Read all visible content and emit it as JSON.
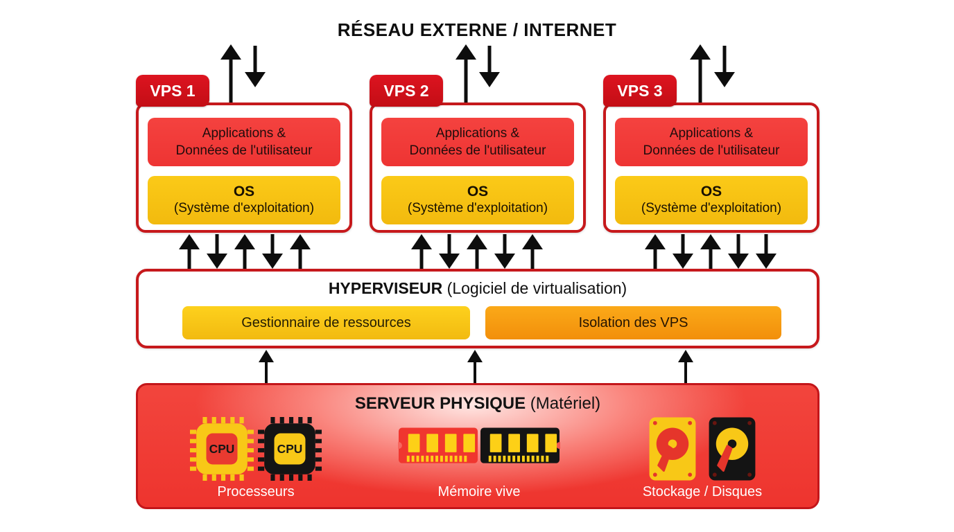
{
  "colors": {
    "tab_red": "#d2101b",
    "border_red": "#c6191c",
    "app_red": "#f23d3c",
    "yellow": "#f7c617",
    "orange": "#f89b15",
    "server_red": "#ee3a32",
    "arrow_black": "#0d0d0d",
    "text_white": "#ffffff"
  },
  "network": {
    "title": "RÉSEAU EXTERNE / INTERNET"
  },
  "vps": [
    {
      "tab": "VPS 1",
      "app_line1": "Applications &",
      "app_line2": "Données de l'utilisateur",
      "os_line1": "OS",
      "os_line2": "(Système d'exploitation)"
    },
    {
      "tab": "VPS 2",
      "app_line1": "Applications &",
      "app_line2": "Données de l'utilisateur",
      "os_line1": "OS",
      "os_line2": "(Système d'exploitation)"
    },
    {
      "tab": "VPS 3",
      "app_line1": "Applications &",
      "app_line2": "Données de l'utilisateur",
      "os_line1": "OS",
      "os_line2": "(Système d'exploitation)"
    }
  ],
  "hypervisor": {
    "title_bold": "HYPERVISEUR",
    "title_rest": " (Logiciel de virtualisation)",
    "resources_label": "Gestionnaire de ressources",
    "isolation_label": "Isolation des VPS"
  },
  "server": {
    "title_bold": "SERVEUR PHYSIQUE",
    "title_rest": " (Matériel)",
    "cpu_chip_text": "CPU",
    "components": [
      {
        "label": "Processeurs",
        "icons": [
          "cpu-chip-yellow-icon",
          "cpu-chip-black-icon"
        ]
      },
      {
        "label": "Mémoire vive",
        "icons": [
          "ram-stick-red-icon",
          "ram-stick-black-icon"
        ]
      },
      {
        "label": "Stockage / Disques",
        "icons": [
          "hdd-yellow-icon",
          "hdd-black-icon"
        ]
      }
    ]
  }
}
